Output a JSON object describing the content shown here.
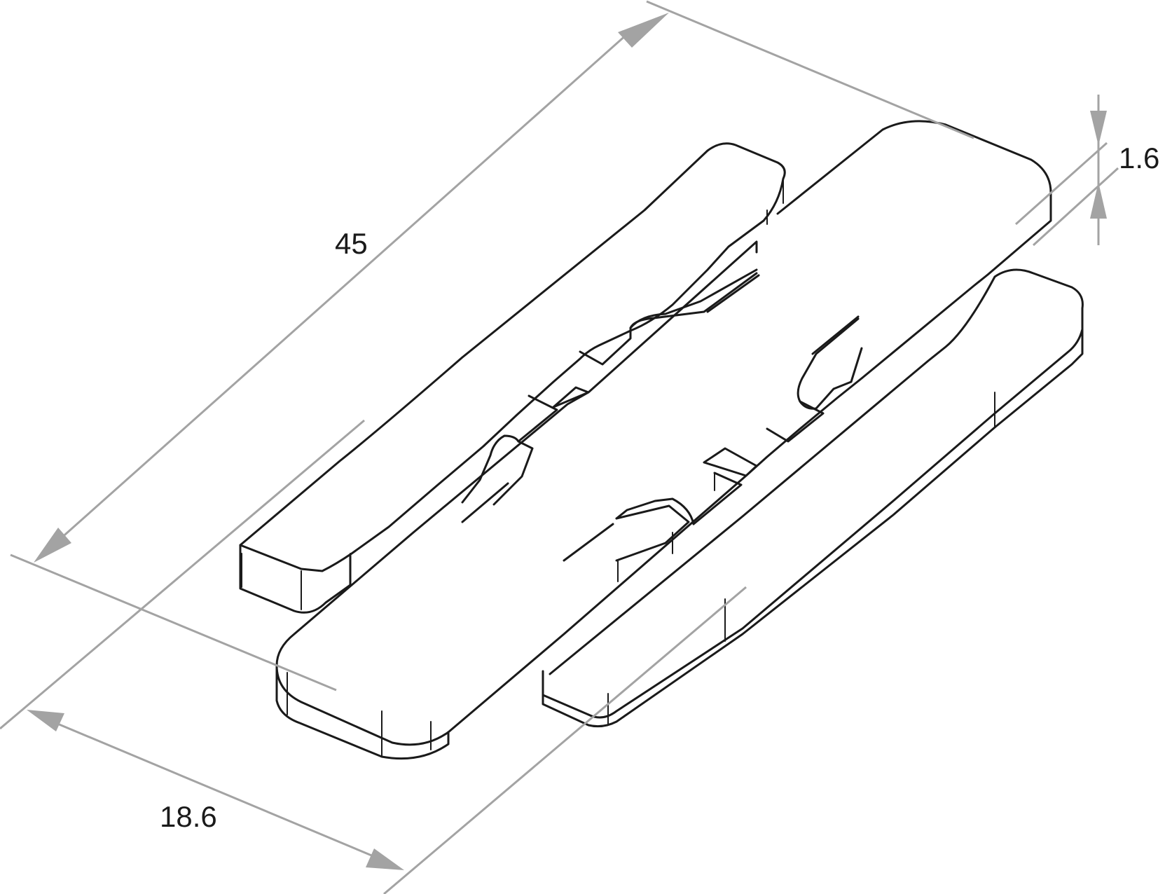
{
  "dimensions": {
    "length": "45",
    "width": "18.6",
    "thickness": "1.6"
  },
  "colors": {
    "outline": "#1a1a1a",
    "dimension_line": "#a3a3a3",
    "background": "#ffffff"
  }
}
